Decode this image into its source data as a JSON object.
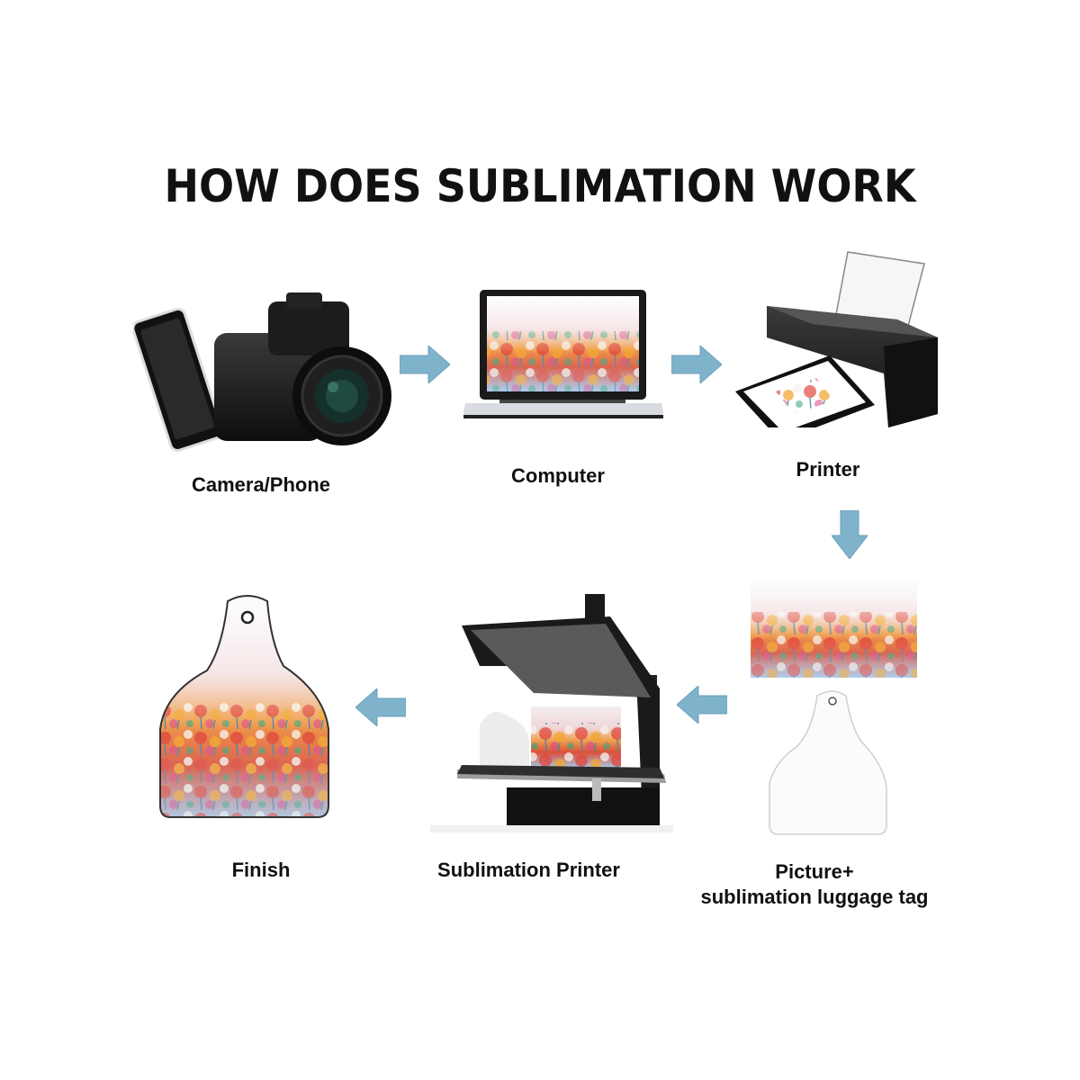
{
  "title": "HOW DOES SUBLIMATION WORK",
  "arrow_color": "#7fb3cc",
  "steps": [
    {
      "label": "Camera/Phone",
      "icon": "camera-phone-icon"
    },
    {
      "label": "Computer",
      "icon": "laptop-icon"
    },
    {
      "label": "Printer",
      "icon": "printer-icon"
    },
    {
      "label_line1": "Picture+",
      "label_line2": "sublimation luggage tag",
      "icon": "blank-tag-icon"
    },
    {
      "label": "Sublimation Printer",
      "icon": "heat-press-icon"
    },
    {
      "label": "Finish",
      "icon": "finished-tag-icon"
    }
  ]
}
